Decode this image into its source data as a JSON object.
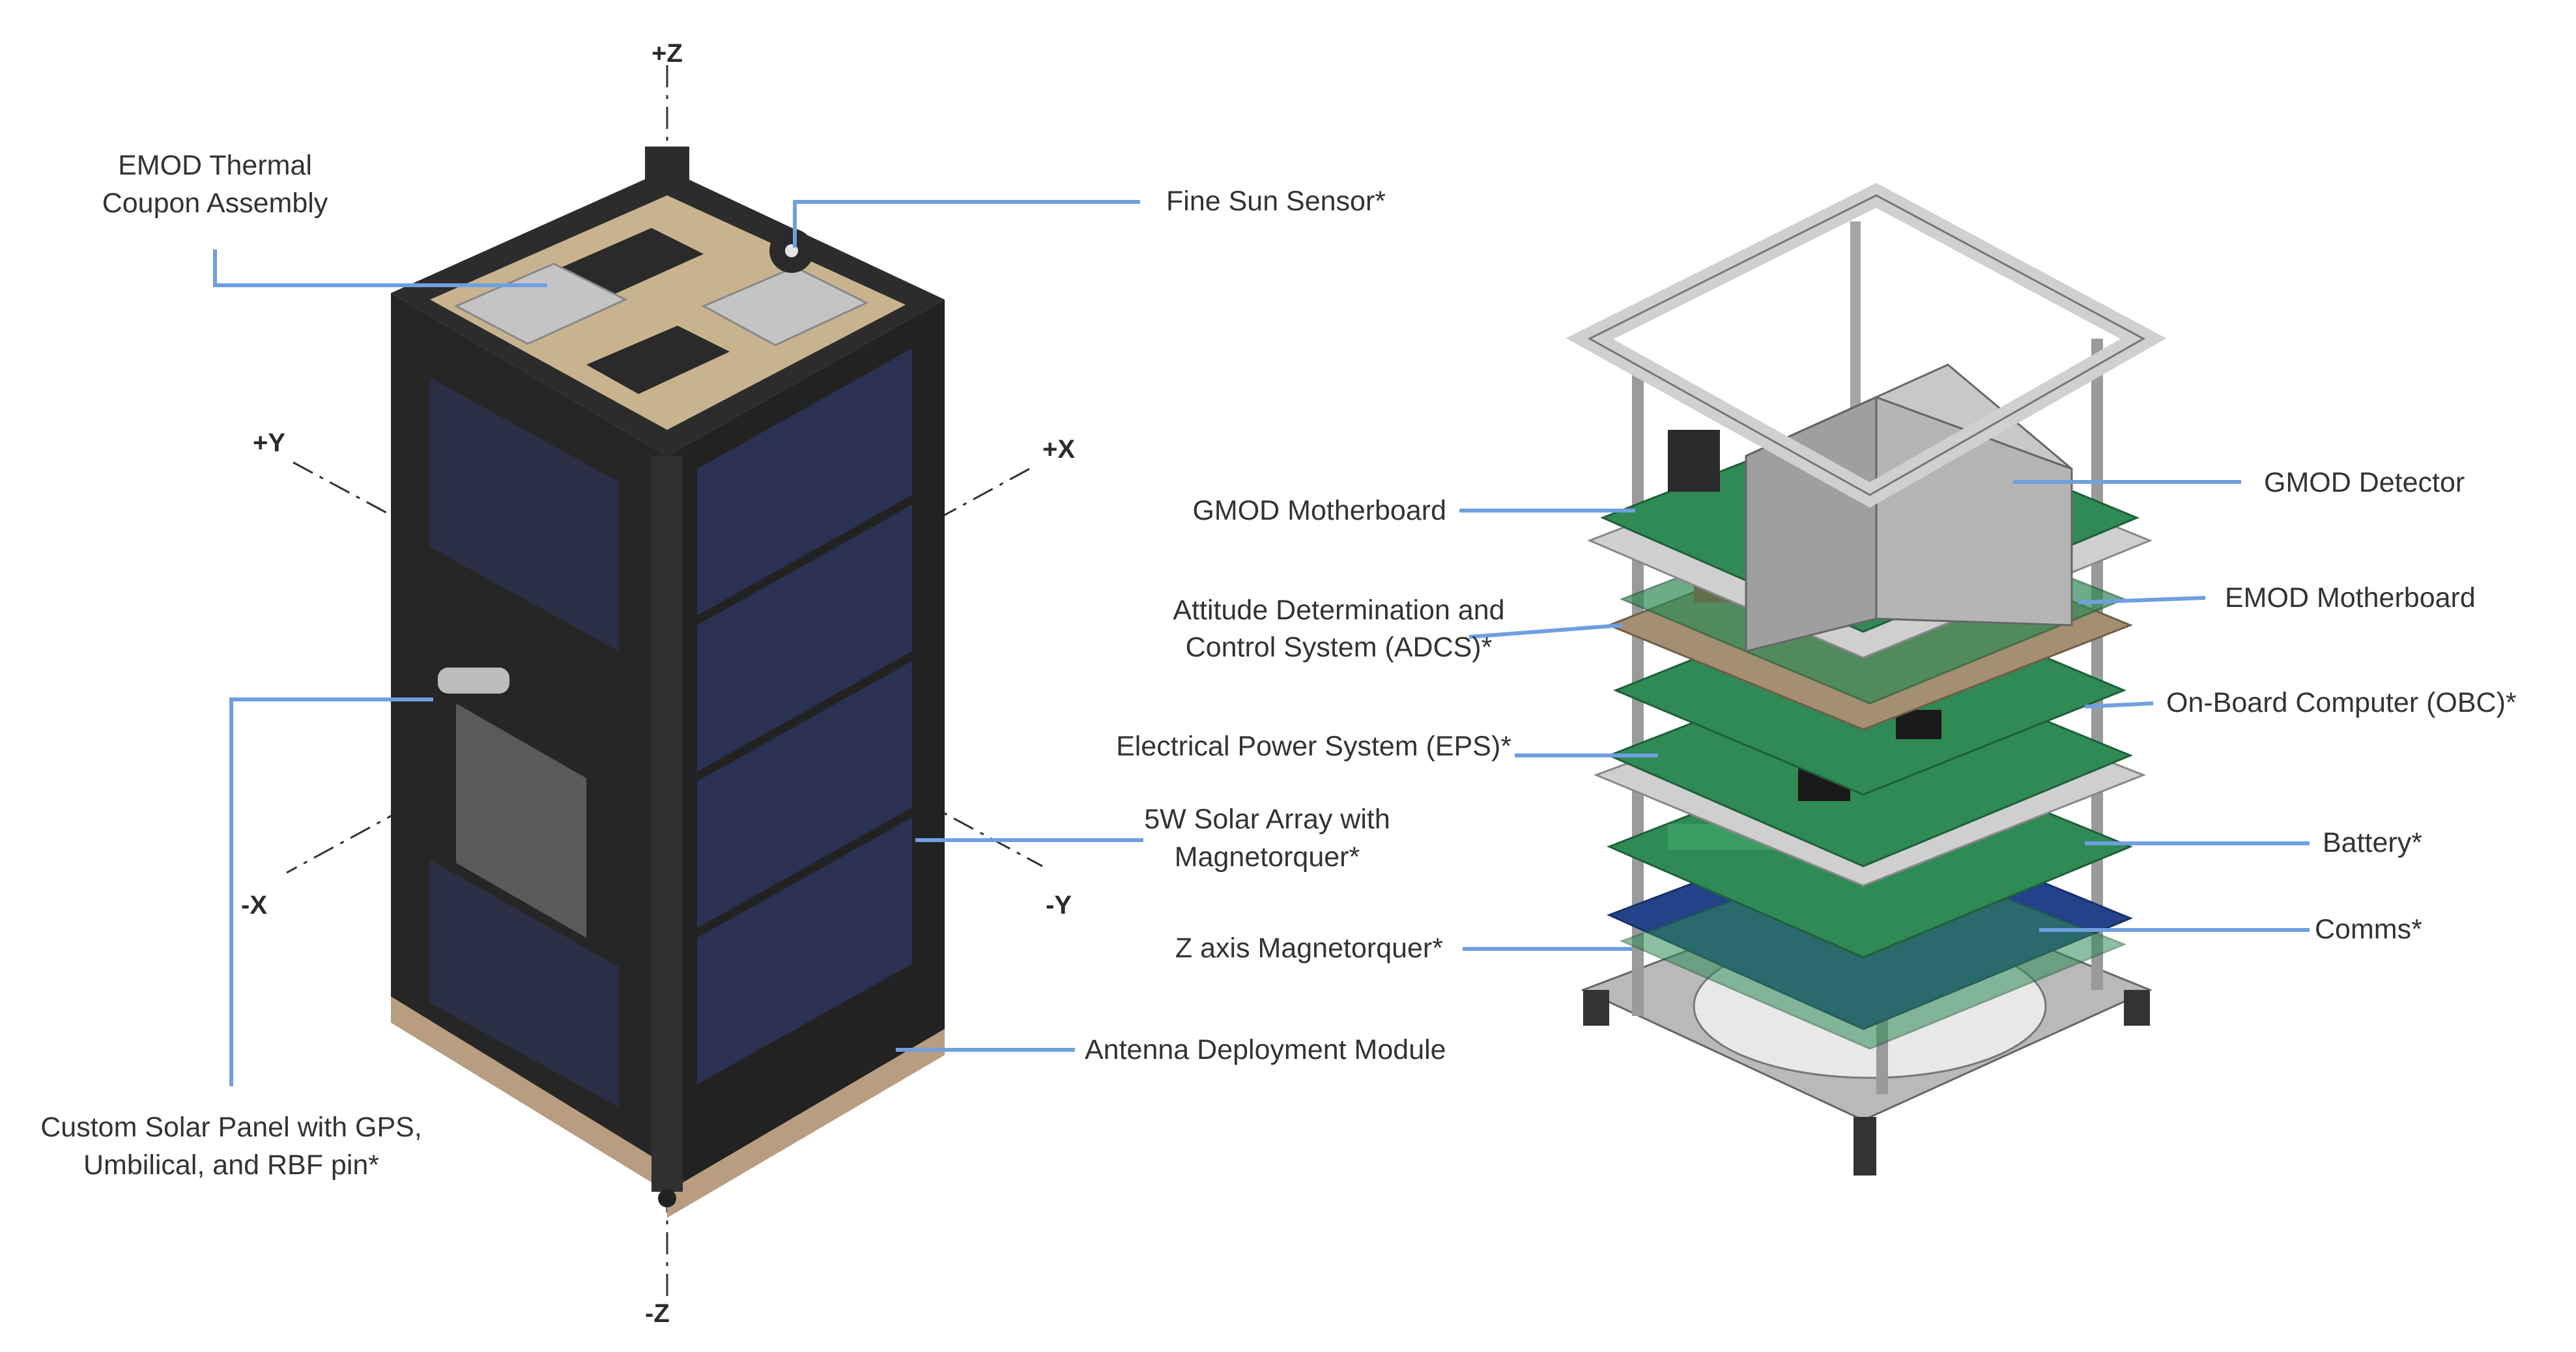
{
  "axes": {
    "pz": "+Z",
    "nz": "-Z",
    "py": "+Y",
    "px": "+X",
    "nx": "-X",
    "ny": "-Y"
  },
  "left_labels": {
    "emod_thermal_line1": "EMOD Thermal",
    "emod_thermal_line2": "Coupon Assembly",
    "fine_sun_sensor": "Fine Sun Sensor*",
    "custom_panel_line1": "Custom Solar Panel with GPS,",
    "custom_panel_line2": "Umbilical, and RBF pin*",
    "solar_array_line1": "5W Solar Array with",
    "solar_array_line2": "Magnetorquer*",
    "antenna": "Antenna Deployment Module"
  },
  "right_labels": {
    "gmod_motherboard": "GMOD Motherboard",
    "adcs_line1": "Attitude Determination and",
    "adcs_line2": "Control System (ADCS)*",
    "eps": "Electrical Power System (EPS)*",
    "z_mag": "Z axis Magnetorquer*",
    "gmod_detector": "GMOD Detector",
    "emod_motherboard": "EMOD Motherboard",
    "obc": "On-Board Computer (OBC)*",
    "battery": "Battery*",
    "comms": "Comms*"
  },
  "colors": {
    "leader": "#6f9fe0",
    "frame": "#2a2a2a",
    "solar_cell": "#27304a",
    "pcb_green": "#2f8a55",
    "pcb_blue": "#24428a",
    "aluminum": "#c9c9c9"
  }
}
